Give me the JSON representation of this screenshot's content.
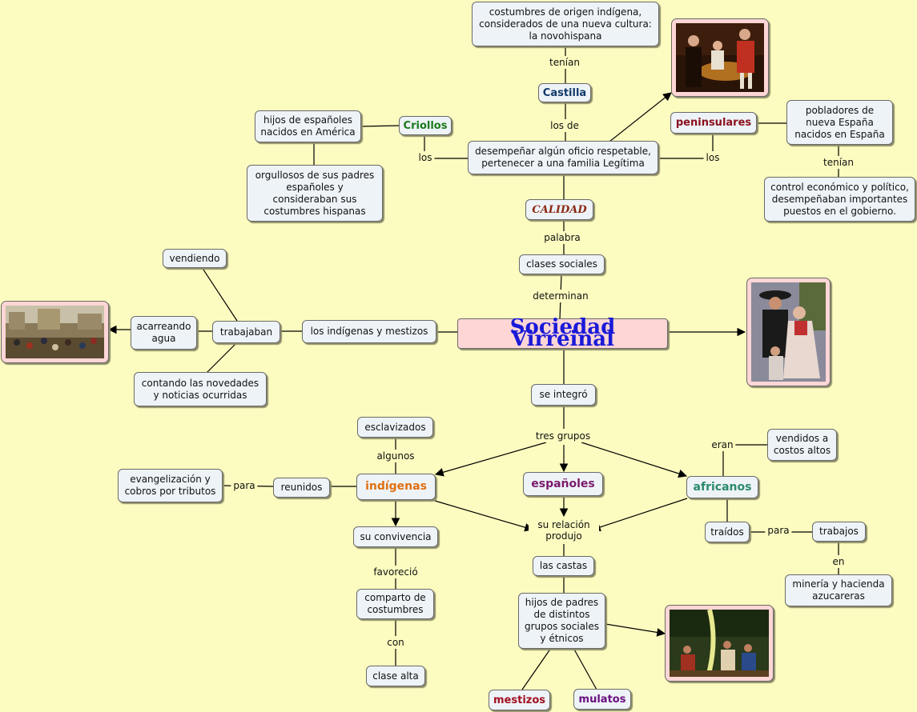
{
  "map": {
    "title": "Sociedad Virreinal",
    "nodes": {
      "costumbres_origen": "costumbres de origen indígena, considerados de una nueva cultura: la novohispana",
      "castilla": "Castilla",
      "criollos": "Criollos",
      "hijos_espanoles": "hijos de españoles nacidos en América",
      "orgullosos": "orgullosos de sus padres españoles y consideraban sus costumbres hispanas",
      "desempenar": "desempeñar algún oficio respetable, pertenecer a una familia Legítima",
      "peninsulares": "peninsulares",
      "pobladores": "pobladores de nueva España nacidos en España",
      "control": "control económico y político, desempeñaban importantes puestos en el gobierno.",
      "calidad": "CALIDAD",
      "clases_sociales": "clases sociales",
      "vendiendo": "vendiendo",
      "acarreando": "acarreando agua",
      "trabajaban": "trabajaban",
      "indigenas_mestizos": "los indígenas y mestizos",
      "contando": "contando las novedades y noticias ocurridas",
      "se_integro": "se integró",
      "esclavizados": "esclavizados",
      "evangelizacion": "evangelización y cobros por tributos",
      "reunidos": "reunidos",
      "indigenas": "indígenas",
      "espanoles": "españoles",
      "africanos": "africanos",
      "vendidos": "vendidos a costos altos",
      "su_convivencia": "su convivencia",
      "traidos": "traídos",
      "trabajos": "trabajos",
      "mineria": "minería y hacienda azucareras",
      "las_castas": "las castas",
      "comparto": "comparto de costumbres",
      "hijos_padres": "hijos de padres de distintos grupos sociales y étnicos",
      "clase_alta": "clase alta",
      "mestizos": "mestizos",
      "mulatos": "mulatos"
    },
    "links": {
      "tenian_top": "tenían",
      "los_de": "los de",
      "los_left": "los",
      "los_right": "los",
      "tenian_right": "tenían",
      "palabra": "palabra",
      "determinan": "determinan",
      "tres_grupos": "tres grupos",
      "algunos": "algunos",
      "para_left": "para",
      "eran": "eran",
      "su_relacion": "su relación produjo",
      "para_right": "para",
      "en": "en",
      "favorecio": "favoreció",
      "con": "con"
    },
    "colors": {
      "background": "#fcfcc0",
      "node_fill": "#eef3f8",
      "title_fill": "#ffd6d6",
      "title_text": "#1a1ad8",
      "castilla": "#123a6b",
      "criollos": "#1a7a1a",
      "peninsulares": "#8a0f1e",
      "calidad": "#8a2a12",
      "indigenas": "#e07010",
      "espanoles": "#7a1a6a",
      "africanos": "#2a8a6a",
      "mestizos": "#a01020",
      "mulatos": "#6a1080"
    },
    "icons": [
      "painting-family-icon",
      "painting-market-icon",
      "painting-couple-icon",
      "painting-dance-icon"
    ]
  }
}
